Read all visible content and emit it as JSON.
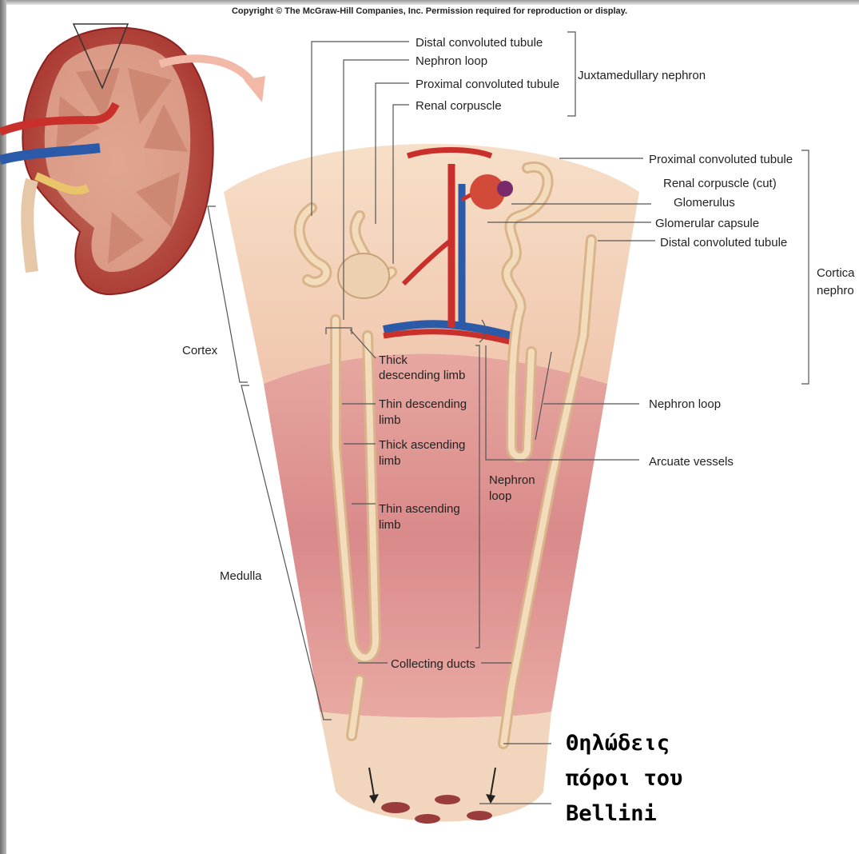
{
  "copyright": "Copyright © The McGraw-Hill Companies, Inc. Permission required for reproduction or display.",
  "labels": {
    "top_distal_convoluted_tubule": "Distal convoluted tubule",
    "top_nephron_loop": "Nephron loop",
    "top_proximal_convoluted_tubule": "Proximal convoluted tubule",
    "top_renal_corpuscle": "Renal corpuscle",
    "juxtamedullary_nephron": "Juxtamedullary nephron",
    "right_proximal_convoluted_tubule": "Proximal convoluted tubule",
    "right_renal_corpuscle_cut": "Renal corpuscle (cut)",
    "right_glomerulus": "Glomerulus",
    "right_glomerular_capsule": "Glomerular capsule",
    "right_distal_convoluted_tubule": "Distal convoluted tubule",
    "cortical_nephron_line1": "Cortica",
    "cortical_nephron_line2": "nephro",
    "cortex": "Cortex",
    "medulla": "Medulla",
    "thick_descending_limb_line1": "Thick",
    "thick_descending_limb_line2": "descending limb",
    "thin_descending_limb_line1": "Thin descending",
    "thin_descending_limb_line2": "limb",
    "thick_ascending_limb_line1": "Thick ascending",
    "thick_ascending_limb_line2": "limb",
    "thin_ascending_limb_line1": "Thin ascending",
    "thin_ascending_limb_line2": "limb",
    "nephron_loop_mid_line1": "Nephron",
    "nephron_loop_mid_line2": "loop",
    "right_nephron_loop": "Nephron loop",
    "arcuate_vessels": "Arcuate vessels",
    "collecting_ducts": "Collecting ducts"
  },
  "bellini": [
    "Θηλώδεις",
    "πόροι του",
    "Bellini"
  ],
  "colors": {
    "cortex": "#f2cdb0",
    "medulla": "#d98a8a",
    "papilla": "#f1d6bd",
    "tubule": "#f0d6b0",
    "artery": "#c9302c",
    "vein": "#2b5aa8"
  }
}
